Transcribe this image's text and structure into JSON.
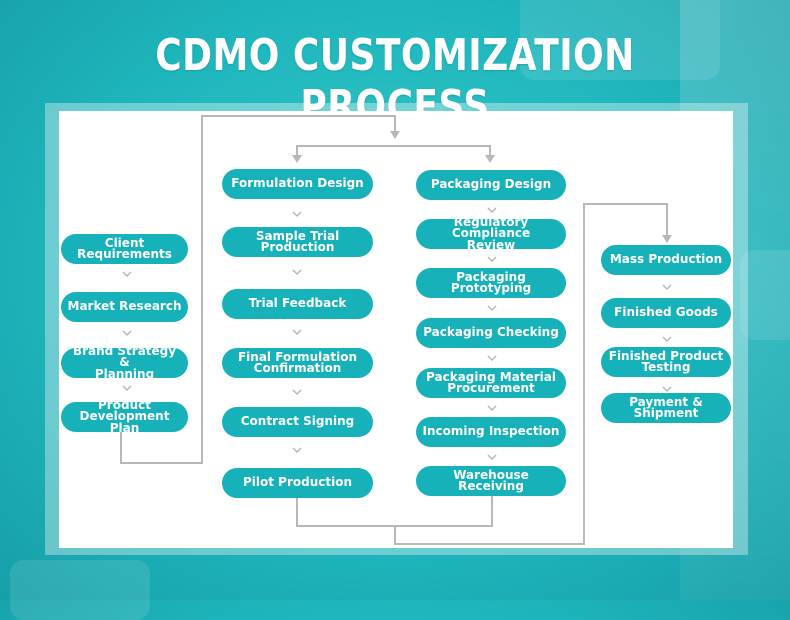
{
  "title": "CDMO CUSTOMIZATION PROCESS",
  "colors": {
    "node": "#16b1b9",
    "connector": "#b8b8b8",
    "background": "#1fb7bd"
  },
  "columns": {
    "client": [
      "Client Requirements",
      "Market Research",
      "Brand Strategy &\nPlanning",
      "Product\nDevelopment Plan"
    ],
    "formulation": [
      "Formulation Design",
      "Sample Trial Production",
      "Trial Feedback",
      "Final Formulation\nConfirmation",
      "Contract Signing",
      "Pilot Production"
    ],
    "packaging": [
      "Packaging Design",
      "Regulatory Compliance\nReview",
      "Packaging Prototyping",
      "Packaging Checking",
      "Packaging Material\nProcurement",
      "Incoming Inspection",
      "Warehouse Receiving"
    ],
    "production": [
      "Mass Production",
      "Finished Goods",
      "Finished Product\nTesting",
      "Payment & Shipment"
    ]
  }
}
